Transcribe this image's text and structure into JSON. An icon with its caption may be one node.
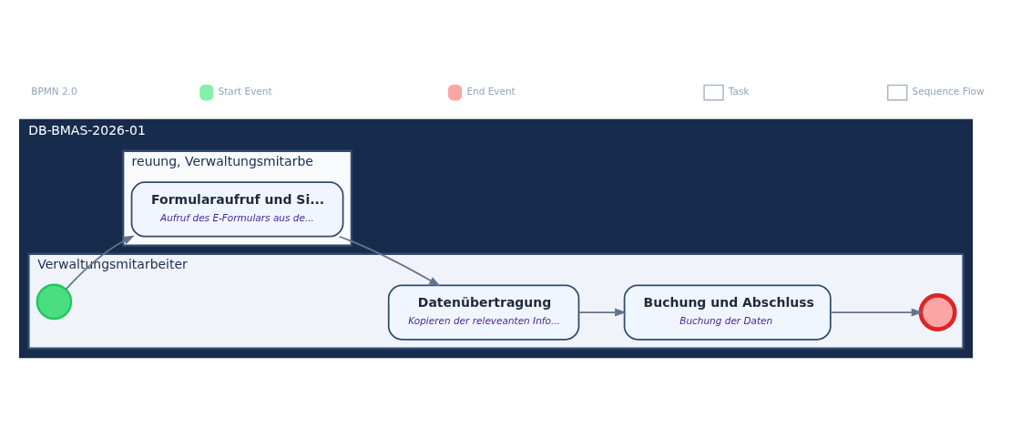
{
  "diagram": {
    "nodes": [
      {
        "text": [
          "DB-BMAS-2026-01"
        ]
      },
      {
        "text": [
          "reuung, Verwaltungsmitarbe"
        ],
        "in": 0
      },
      {
        "text": [
          "Formularaufruf und Si...",
          "Aufruf des E-Formulars aus de..."
        ],
        "in": 1
      },
      {
        "text": [
          "Verwaltungsmitarbeiter"
        ],
        "in": 0
      },
      {
        "text": [],
        "shape": "circle",
        "in": 3
      },
      {
        "text": [
          "Datenübertragung",
          "Kopieren der releveanten Info..."
        ],
        "in": 3
      },
      {
        "text": [
          "Buchung und Abschluss",
          "Buchung der Daten"
        ],
        "in": 3
      },
      {
        "text": [],
        "shape": "circle",
        "in": 3
      }
    ],
    "edges": [
      {
        "from": 4,
        "to": 2,
        "arrow": "to"
      },
      {
        "from": 2,
        "to": 5,
        "arrow": "to"
      },
      {
        "from": 5,
        "to": 6,
        "arrow": "to"
      },
      {
        "from": 6,
        "to": 7,
        "arrow": "to"
      }
    ],
    "labels": [
      "BPMN 2.0"
    ],
    "legend": [
      {
        "text": "Start Event",
        "color": "#86efac"
      },
      {
        "text": "End Event",
        "color": "#fca5a5"
      },
      {
        "text": "Task"
      },
      {
        "text": "Sequence Flow"
      }
    ]
  }
}
